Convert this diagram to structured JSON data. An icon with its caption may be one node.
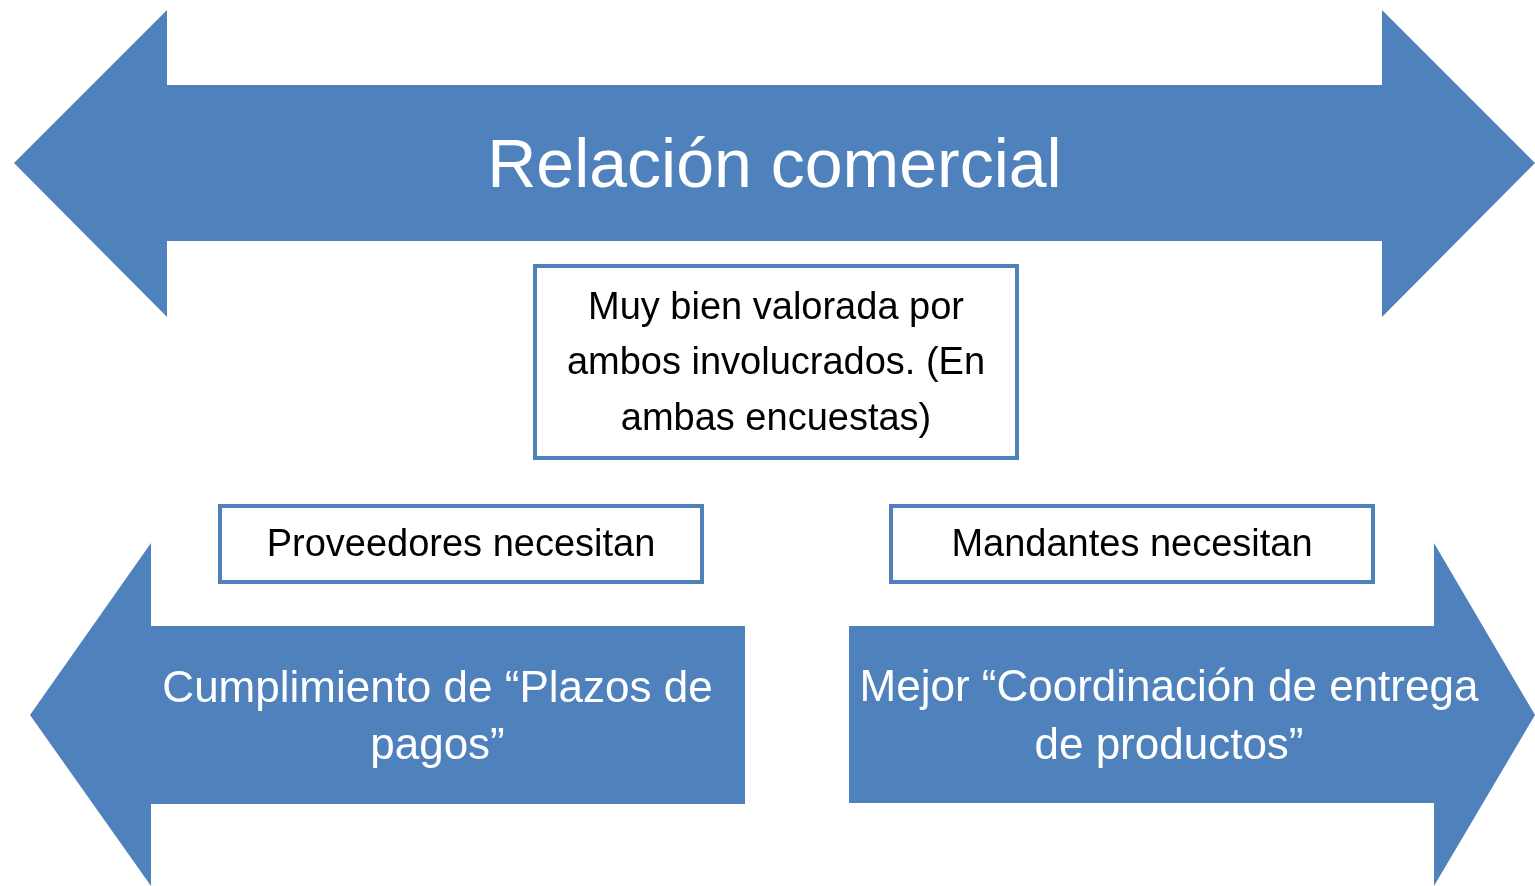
{
  "diagram": {
    "nodes": [
      {
        "text": [
          "Relación comercial"
        ]
      },
      {
        "text": [
          "Muy bien valorada por ambos involucrados. (En ambas encuestas)"
        ]
      },
      {
        "text": [
          "Proveedores necesitan"
        ]
      },
      {
        "text": [
          "Mandantes necesitan"
        ]
      },
      {
        "text": [
          "Cumplimiento de “Plazos de pagos”"
        ]
      },
      {
        "text": [
          "Mejor “Coordinación de entrega de productos”"
        ]
      }
    ]
  }
}
